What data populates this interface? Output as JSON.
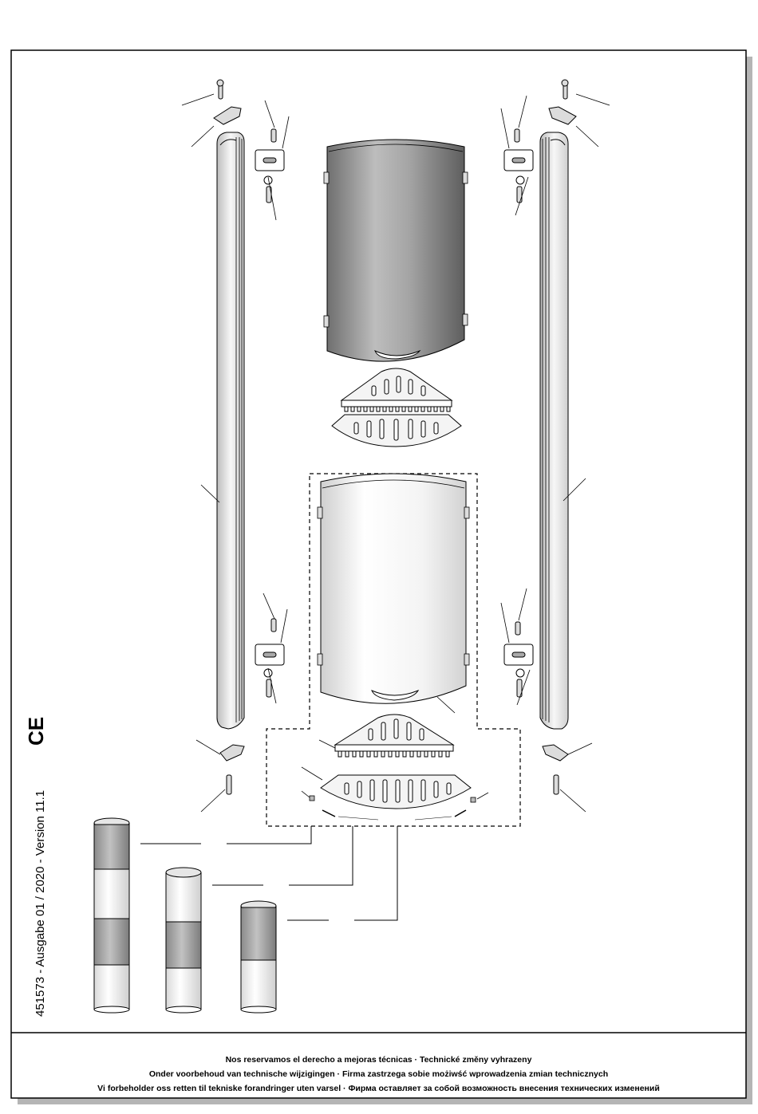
{
  "side_text": "451573 - Ausgabe 01 / 2020 - Version 11.1",
  "ce_mark": "CE",
  "footer": {
    "line1": "Nos reservamos el derecho a mejoras técnicas · Technické změny vyhrazeny",
    "line2": "Onder voorbehoud van technische wijzigingen · Firma zastrzega sobie możiwść wprowadzenia zmian technicznych",
    "line3": "Vi forbeholder oss retten til tekniske forandringer uten varsel · Фирма оставляет за собой возможность внесения технических изменений"
  },
  "colors": {
    "line": "#000000",
    "shadow": "#b5b5b5",
    "panel_gray": "#9a9a9a",
    "panel_light": "#ececec"
  }
}
